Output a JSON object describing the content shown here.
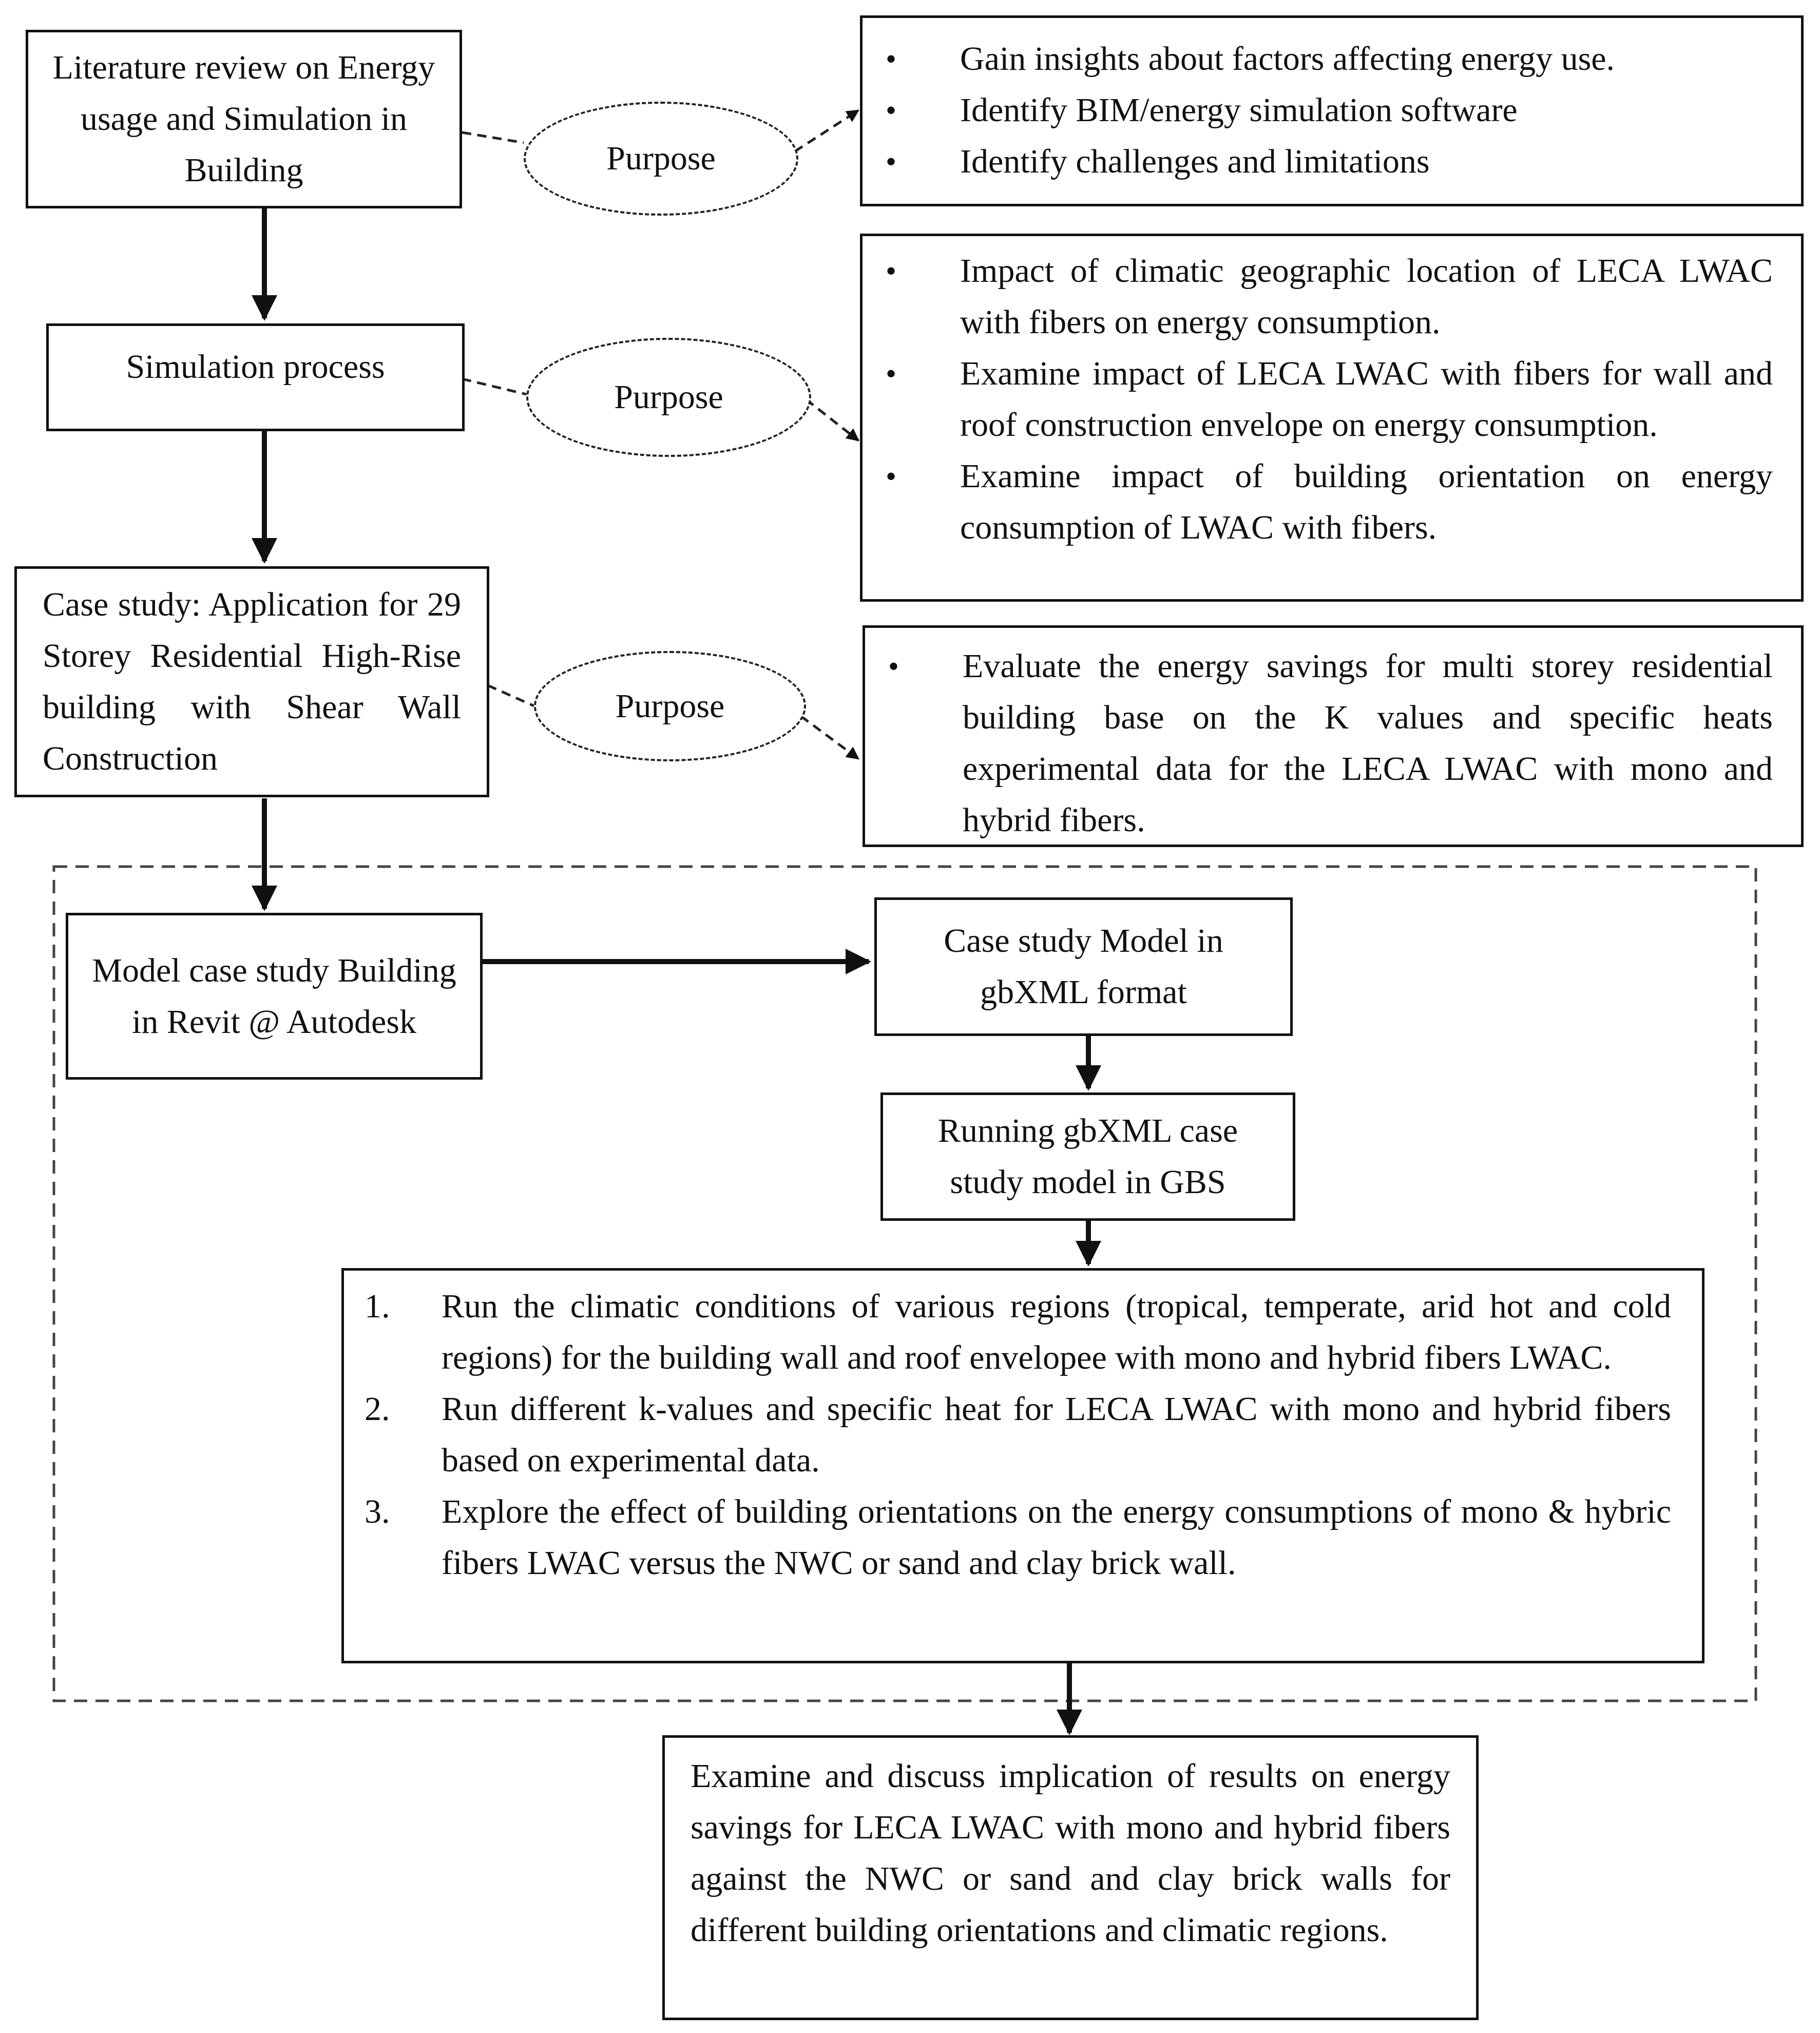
{
  "nodes": {
    "literature_review": "Literature review on Energy usage and Simulation in Building",
    "simulation_process": "Simulation process",
    "case_study": "Case study: Application for 29 Storey Residential High-Rise building with Shear Wall Construction",
    "model_case_study": "Model case study Building in Revit @ Autodesk",
    "gbxml_model": "Case study Model in gbXML format",
    "running_gbs": "Running gbXML case study model in GBS",
    "final": "Examine and discuss implication of results on energy savings for LECA LWAC with mono and hybrid fibers against the NWC or sand and clay brick walls for different building orientations and climatic regions."
  },
  "purpose_label": "Purpose",
  "purposes": {
    "literature": [
      "Gain insights about factors affecting energy use.",
      "Identify BIM/energy simulation software",
      "Identify challenges and limitations"
    ],
    "simulation": [
      "Impact of climatic geographic location of LECA LWAC with fibers on energy consumption.",
      "Examine impact of LECA LWAC with fibers for wall and roof construction envelope on energy consumption.",
      "Examine impact of building orientation on energy consumption of LWAC with fibers."
    ],
    "case_study": [
      "Evaluate the energy savings for multi storey residential building base on the K values and specific heats experimental data for the LECA LWAC with mono and hybrid fibers."
    ]
  },
  "steps": [
    {
      "num": "1.",
      "text": "Run the climatic conditions of various regions (tropical, temperate, arid hot and cold regions) for the building wall and roof envelopee with mono and hybrid fibers LWAC."
    },
    {
      "num": "2.",
      "text": "Run different k-values and specific heat for LECA LWAC with mono and hybrid fibers based on experimental data."
    },
    {
      "num": "3.",
      "text": "Explore the effect of building orientations on the energy consumptions of mono & hybric fibers LWAC versus the NWC or sand and clay brick wall."
    }
  ]
}
